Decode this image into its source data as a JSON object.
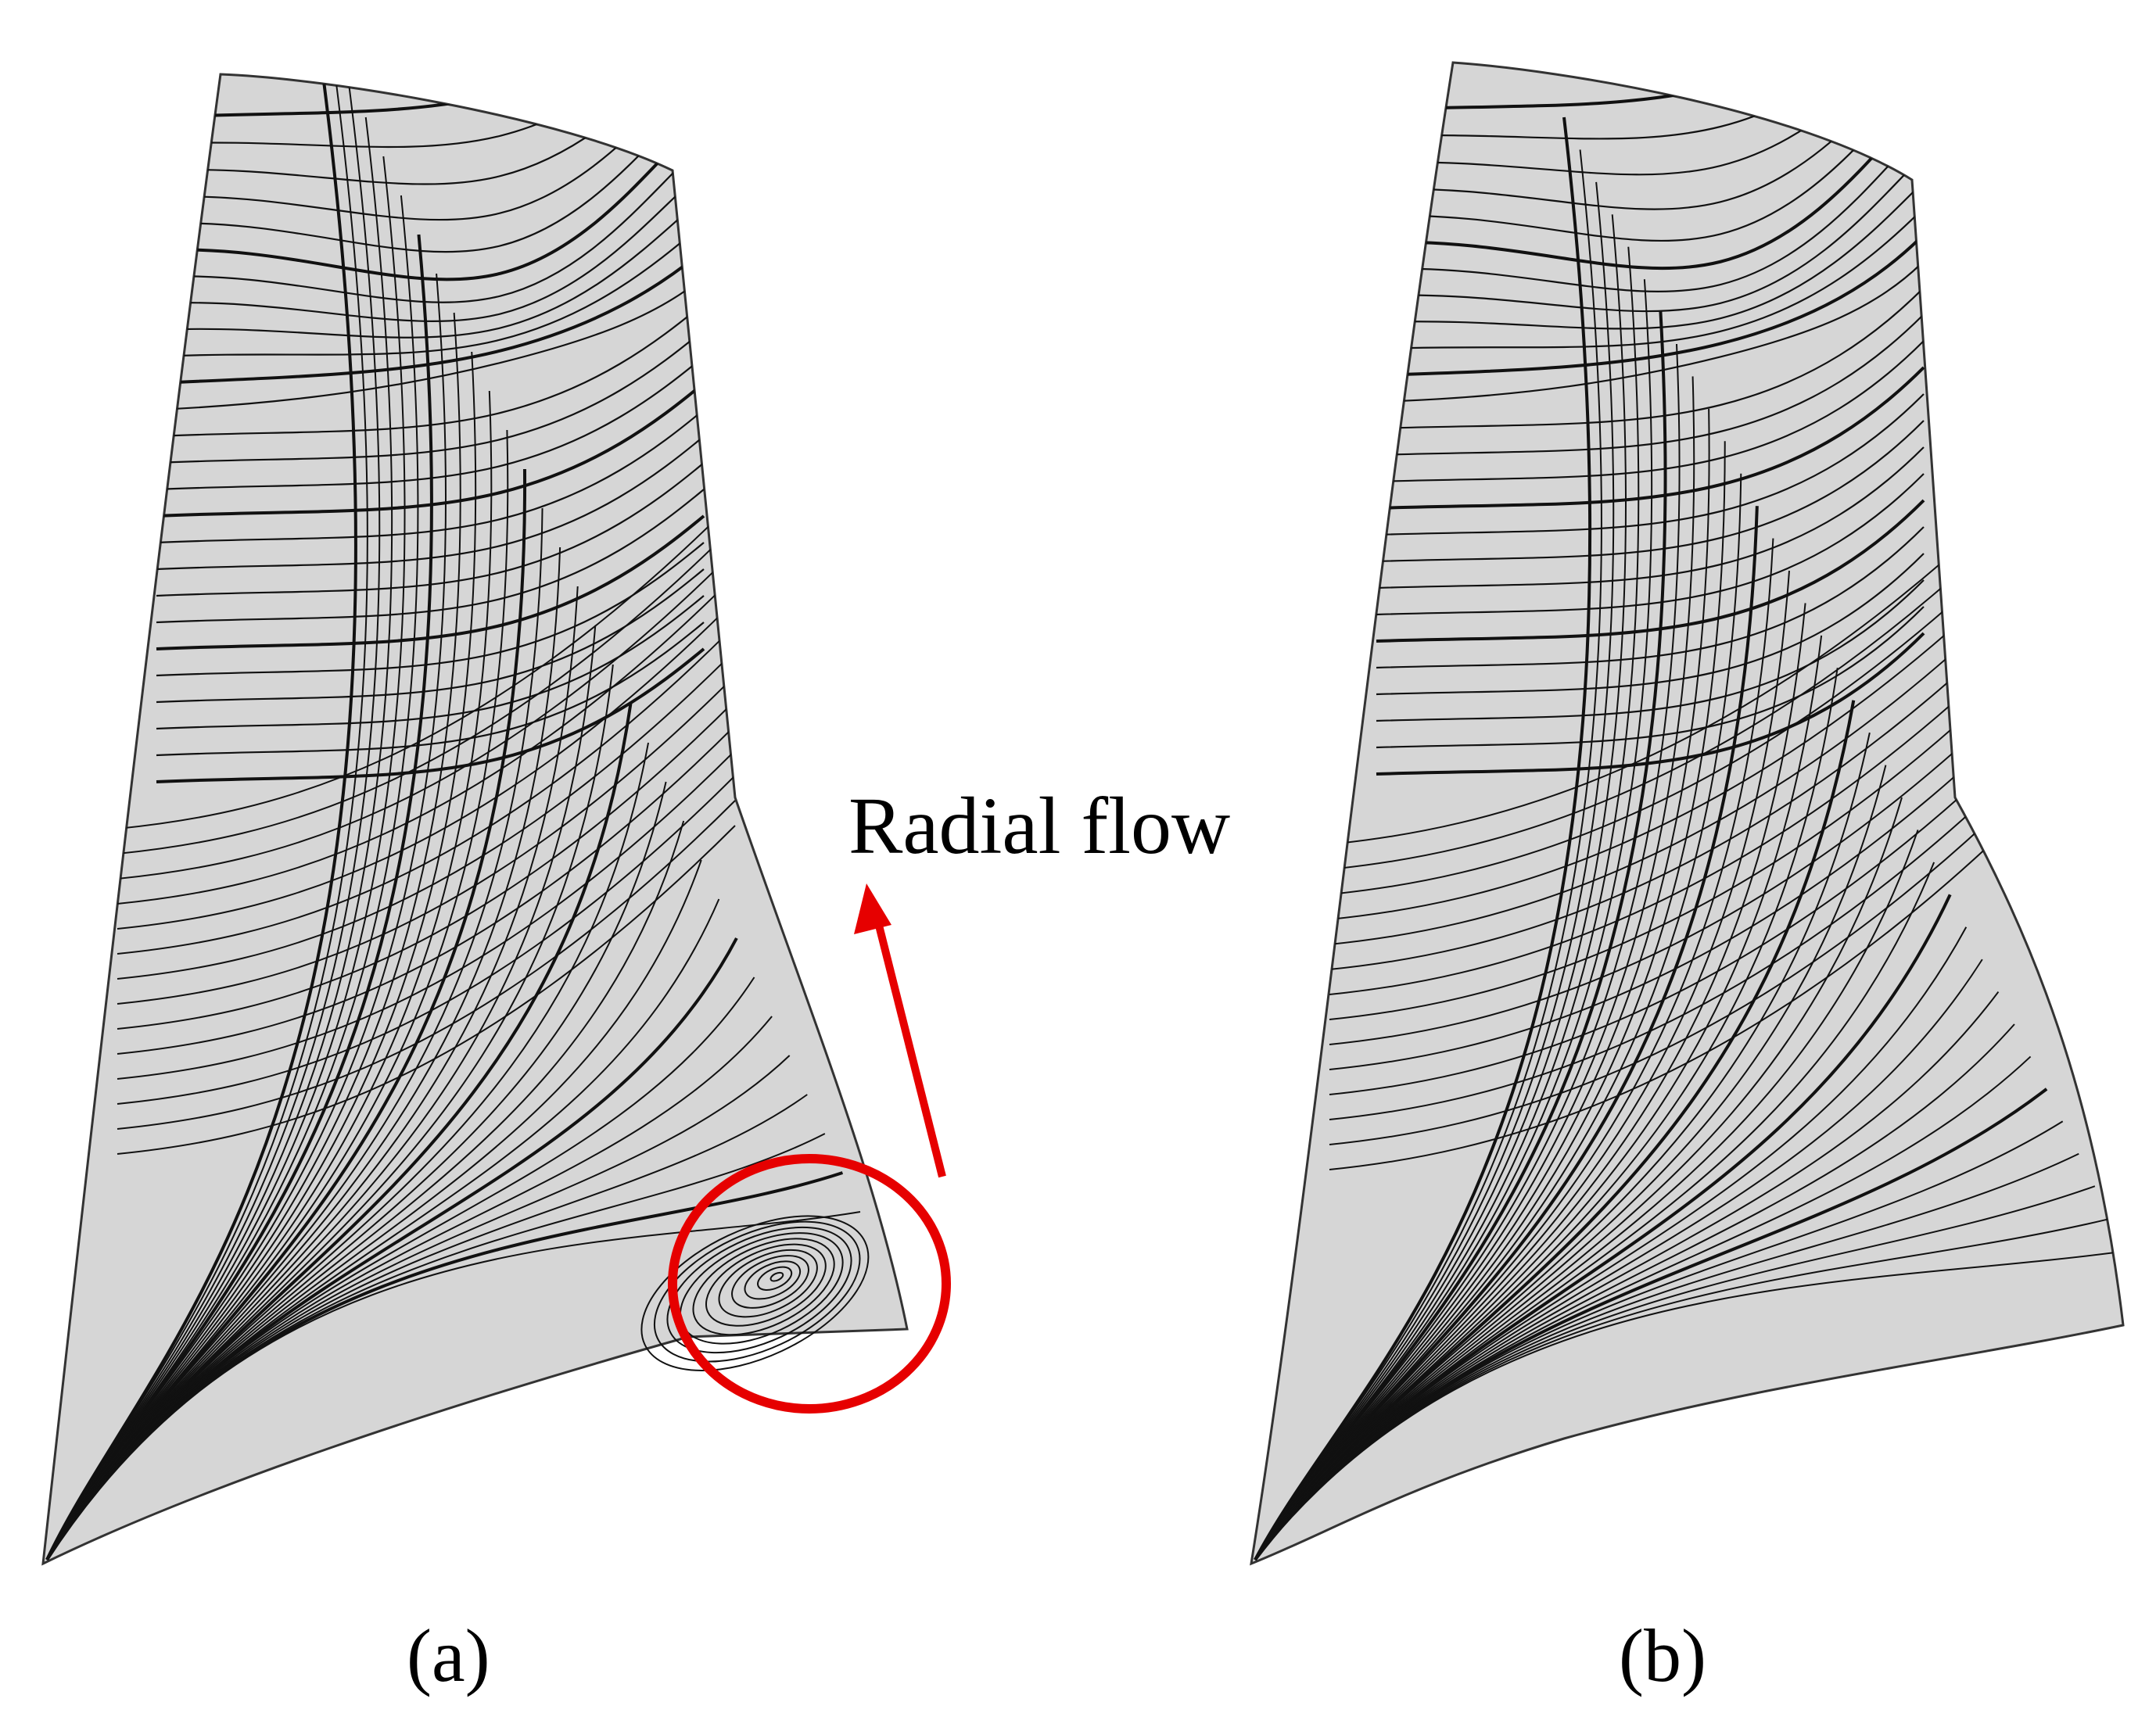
{
  "panels": [
    {
      "label": "(a)"
    },
    {
      "label": "(b)"
    }
  ],
  "annotation": {
    "text": "Radial flow"
  },
  "colors": {
    "surface_fill": "#d6d6d6",
    "streamline": "#111111",
    "highlight": "#e60000",
    "background": "#ffffff"
  }
}
